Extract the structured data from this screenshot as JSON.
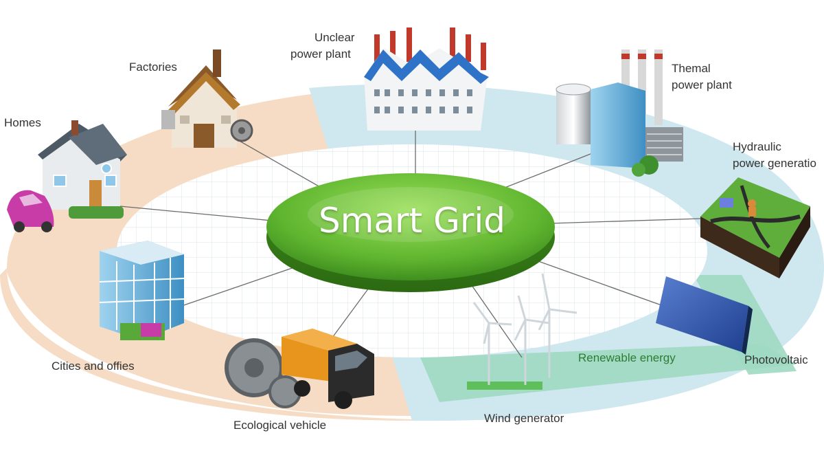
{
  "title": "Smart Grid",
  "nodes": {
    "homes": "Homes",
    "factories": "Factories",
    "nuclear": [
      "Unclear",
      "power plant"
    ],
    "thermal": [
      "Themal",
      "power plant"
    ],
    "hydraulic": [
      "Hydraulic",
      "power generatio"
    ],
    "photovoltaic": "Photovoltaic",
    "renewable": "Renewable energy",
    "wind": "Wind generator",
    "vehicle": "Ecological vehicle",
    "cities": "Cities and offies"
  },
  "colors": {
    "consumer_zone": "#f6dcc4",
    "producer_zone": "#cfe8ef",
    "renewable_zone": "#9ed9c1",
    "hub": "#6cbf3c",
    "grid_line": "#d9e3ea"
  }
}
